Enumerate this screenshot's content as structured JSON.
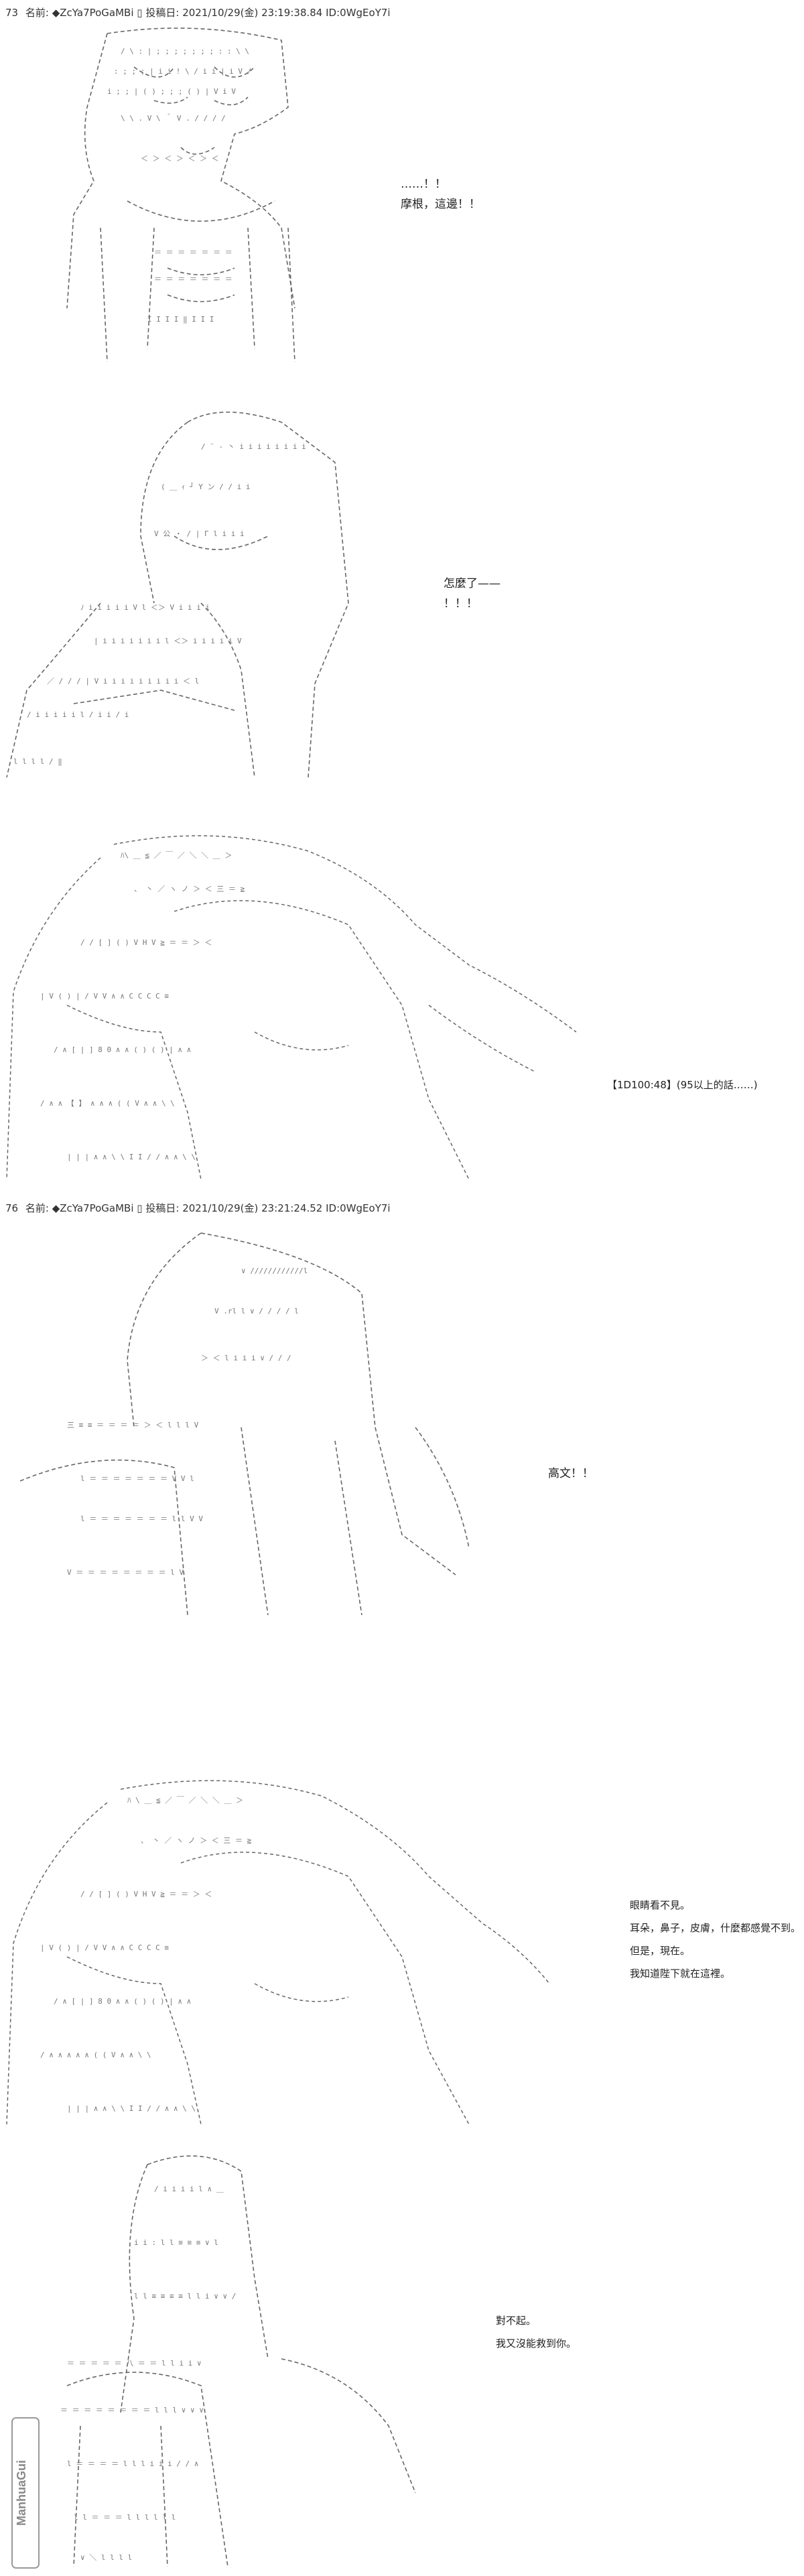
{
  "posts": [
    {
      "number": "73",
      "name_label": "名前:",
      "trip": "◆ZcYa7PoGaMBi",
      "date_label": "投稿日:",
      "date": "2021/10/29(金) 23:19:38.84",
      "id": "ID:0WgEoY7i",
      "panels": [
        {
          "lines": [
            "……！！",
            "摩根，這邊！！"
          ]
        },
        {
          "lines": [
            "怎麼了——",
            "！！！"
          ]
        },
        {
          "lines": [
            "【1D100:48】(95以上的話……)"
          ]
        }
      ]
    },
    {
      "number": "76",
      "name_label": "名前:",
      "trip": "◆ZcYa7PoGaMBi",
      "date_label": "投稿日:",
      "date": "2021/10/29(金) 23:21:24.52",
      "id": "ID:0WgEoY7i",
      "panels": [
        {
          "lines": [
            "高文！！"
          ]
        },
        {
          "lines": [
            "眼睛看不見。",
            "耳朵，鼻子，皮膚，什麼都感覺不到。",
            "但是，現在。",
            "我知道陛下就在這裡。"
          ]
        },
        {
          "lines": [
            "對不起。",
            "我又沒能救到你。"
          ]
        }
      ]
    }
  ],
  "watermark": {
    "text": "ManhuaGui"
  }
}
